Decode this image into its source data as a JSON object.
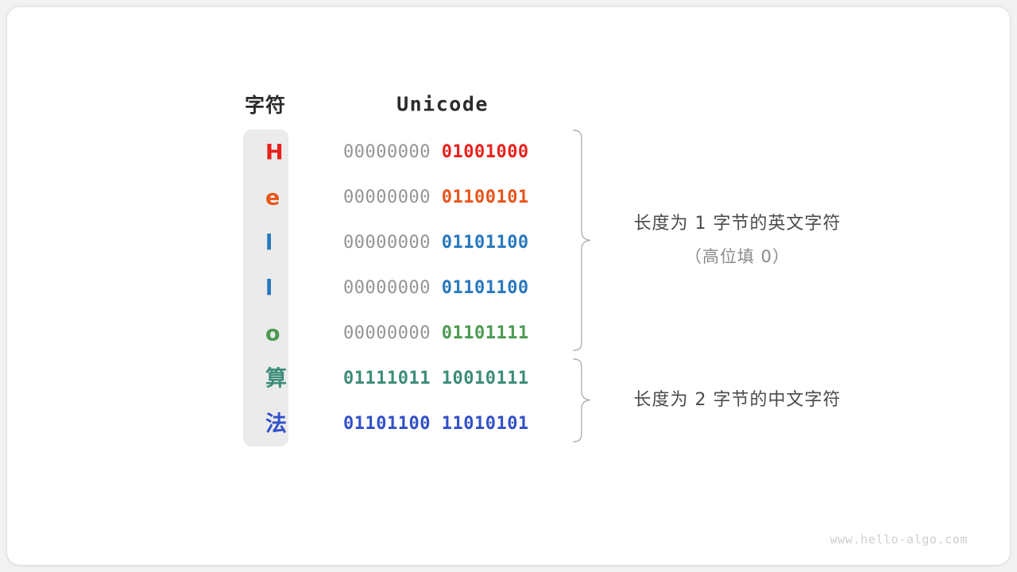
{
  "diagram": {
    "title_char_column": "字符",
    "title_unicode_column": "Unicode",
    "watermark": "www.hello-algo.com",
    "colors": {
      "red": "#e8211c",
      "orange": "#e8551b",
      "blue": "#2878bd",
      "green": "#4c9a51",
      "teal": "#3c8c78",
      "royal_blue": "#3250c8",
      "gray_high_bits": "#949494",
      "strip_bg": "#ebebeb",
      "brace": "#b0b0b0"
    },
    "rows": [
      {
        "char": "H",
        "high_bits": "00000000",
        "low_bits": "01001000",
        "color": "#e8211c"
      },
      {
        "char": "e",
        "high_bits": "00000000",
        "low_bits": "01100101",
        "color": "#e8551b"
      },
      {
        "char": "l",
        "high_bits": "00000000",
        "low_bits": "01101100",
        "color": "#2878bd"
      },
      {
        "char": "l",
        "high_bits": "00000000",
        "low_bits": "01101100",
        "color": "#2878bd"
      },
      {
        "char": "o",
        "high_bits": "00000000",
        "low_bits": "01101111",
        "color": "#4c9a51"
      },
      {
        "char": "算",
        "high_bits": "01111011",
        "low_bits": "10010111",
        "color": "#3c8c78"
      },
      {
        "char": "法",
        "high_bits": "01101100",
        "low_bits": "11010101",
        "color": "#3250c8"
      }
    ],
    "annotations": [
      {
        "line1": "长度为 1 字节的英文字符",
        "line2": "（高位填 0）"
      },
      {
        "line1": "长度为 2 字节的中文字符",
        "line2": ""
      }
    ]
  }
}
